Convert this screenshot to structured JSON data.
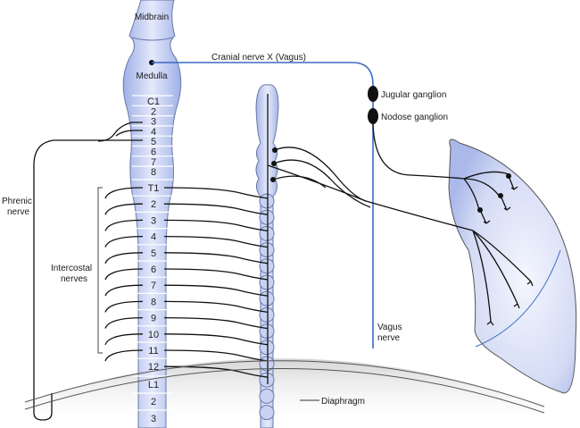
{
  "title": "Innervation of the respiratory muscles and lung",
  "spinal_cord": {
    "brain_labels": [
      "Midbrain",
      "Medulla"
    ],
    "cervical": [
      "C1",
      "2",
      "3",
      "4",
      "5",
      "6",
      "7",
      "8"
    ],
    "thoracic": [
      "T1",
      "2",
      "3",
      "4",
      "5",
      "6",
      "7",
      "8",
      "9",
      "10",
      "11",
      "12"
    ],
    "lumbar": [
      "L1",
      "2",
      "3"
    ]
  },
  "labels": {
    "vagus_cranial": "Cranial nerve X (Vagus)",
    "jugular": "Jugular ganglion",
    "nodose": "Nodose ganglion",
    "phrenic_line1": "Phrenic",
    "phrenic_line2": "nerve",
    "intercostal_line1": "Intercostal",
    "intercostal_line2": "nerves",
    "vagus_line1": "Vagus",
    "vagus_line2": "nerve",
    "diaphragm": "Diaphragm"
  },
  "colors": {
    "cord_fill": "#c3cdf0",
    "cord_edge": "#6b78a8",
    "vagus": "#3a6bc4",
    "nerve": "#111111",
    "lung_fill": "#d4dbf5"
  }
}
